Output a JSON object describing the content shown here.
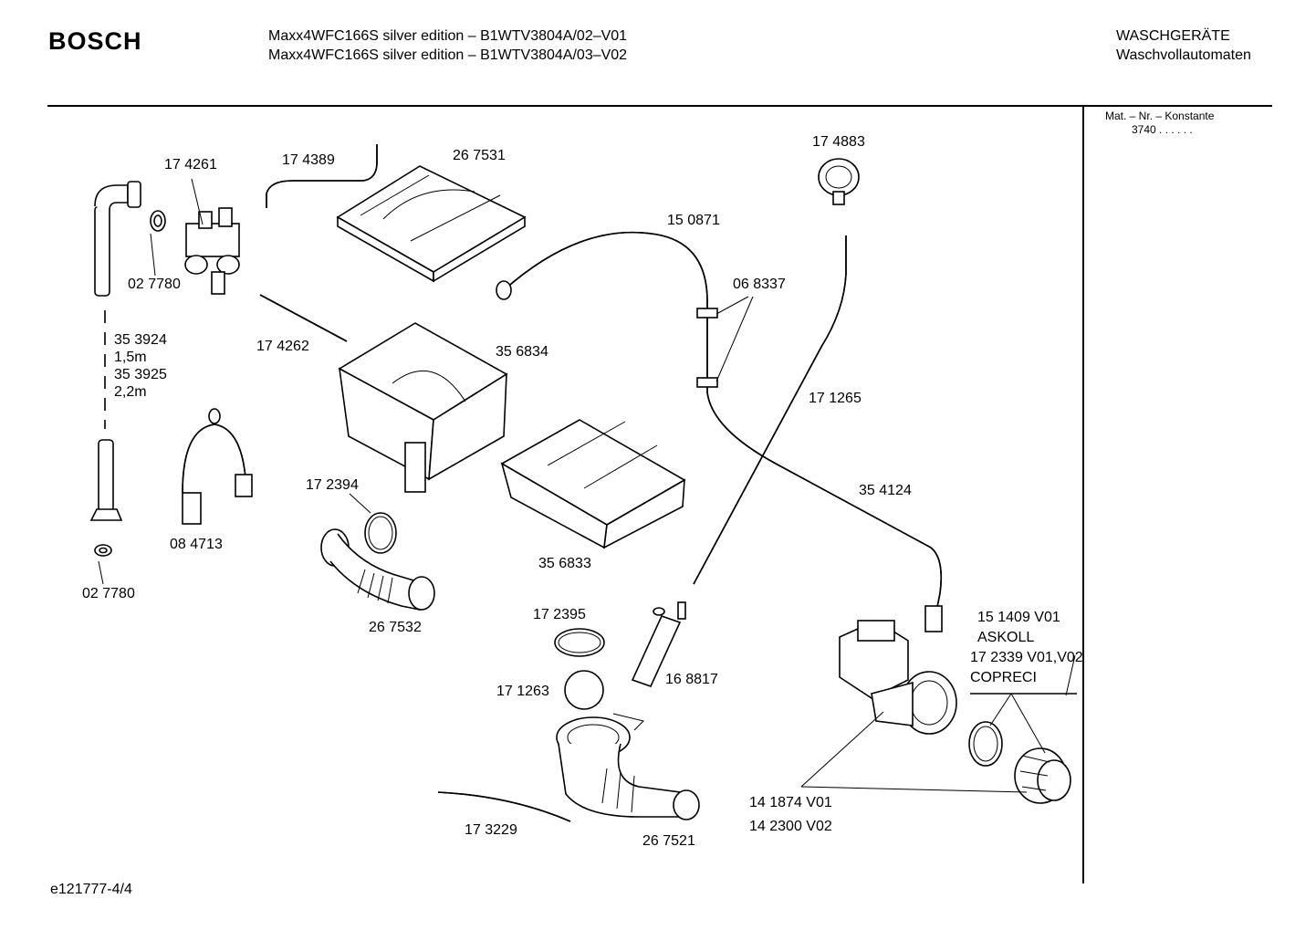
{
  "header": {
    "brand": "BOSCH",
    "model_line_1": "Maxx4WFC166S silver edition – B1WTV3804A/02–V01",
    "model_line_2": "Maxx4WFC166S silver edition – B1WTV3804A/03–V02",
    "category_1": "WASCHGERÄTE",
    "category_2": "Waschvollautomaten"
  },
  "sidebar": {
    "label": "Mat. – Nr. – Konstante",
    "value": "3740  .  .  .  .  .  ."
  },
  "parts": {
    "p174261": "17 4261",
    "p174389": "17 4389",
    "p267531": "26 7531",
    "p174883": "17 4883",
    "p150871": "15 0871",
    "p068337": "06 8337",
    "p027780a": "02 7780",
    "p353924": "35 3924",
    "len_15": "1,5m",
    "p353925": "35 3925",
    "len_22": "2,2m",
    "p174262": "17 4262",
    "p356834": "35 6834",
    "p171265": "17 1265",
    "p084713": "08 4713",
    "p172394": "17 2394",
    "p354124": "35 4124",
    "p027780b": "02 7780",
    "p356833": "35 6833",
    "p267532": "26 7532",
    "p172395": "17 2395",
    "p151409": "15 1409 V01",
    "askoll": "ASKOLL",
    "p172339": "17 2339 V01,V02",
    "copreci": "COPRECI",
    "p168817": "16 8817",
    "p171263": "17 1263",
    "p141874": "14 1874 V01",
    "p142300": "14 2300 V02",
    "p173229": "17 3229",
    "p267521": "26 7521"
  },
  "footer": {
    "doc_id": "e121777-4/4"
  }
}
